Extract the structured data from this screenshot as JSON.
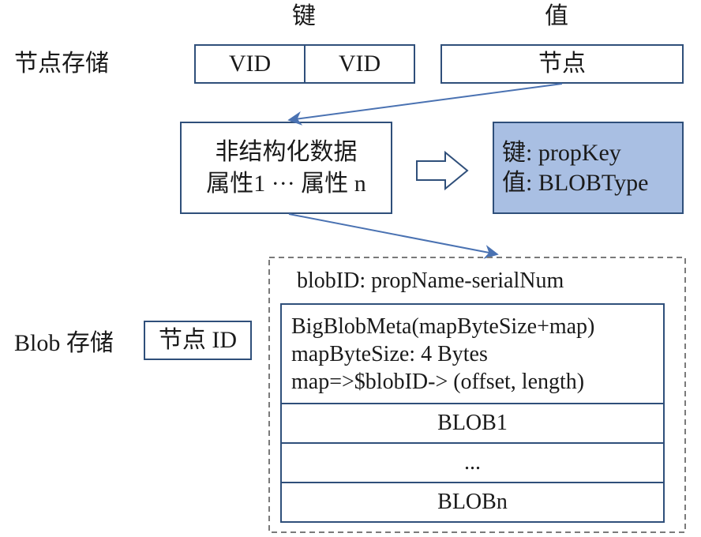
{
  "header": {
    "key": "键",
    "value": "值"
  },
  "node_storage": {
    "label": "节点存储",
    "key_cells": [
      "VID",
      "VID"
    ],
    "value_cell": "节点"
  },
  "unstructured": {
    "line1": "非结构化数据",
    "line2": "属性1 ··· 属性 n"
  },
  "blob_type": {
    "line1": "键: propKey",
    "line2": "值: BLOBType",
    "fill": "#a9bfe3"
  },
  "blob_storage": {
    "label": "Blob 存储",
    "node_id": "节点 ID",
    "blob_id": "blobID: propName-serialNum",
    "meta_lines": [
      "BigBlobMeta(mapByteSize+map)",
      "mapByteSize: 4 Bytes",
      "map=>$blobID-> (offset, length)"
    ],
    "rows": [
      "BLOB1",
      "...",
      "BLOBn"
    ]
  },
  "colors": {
    "border": "#2f4f7a",
    "arrow": "#4a72b2"
  }
}
